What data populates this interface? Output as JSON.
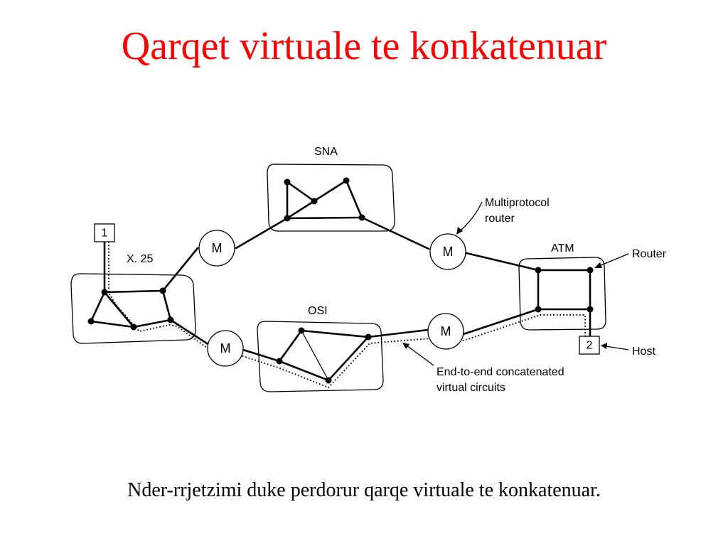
{
  "slide": {
    "title": "Qarqet virtuale te konkatenuar",
    "caption": "Nder-rrjetzimi duke perdorur qarqe virtuale te konkatenuar."
  },
  "diagram": {
    "networks": {
      "x25": "X. 25",
      "sna": "SNA",
      "osi": "OSI",
      "atm": "ATM"
    },
    "router_label": "M",
    "hosts": [
      "1",
      "2"
    ],
    "callouts": {
      "multiprotocol_line1": "Multiprotocol",
      "multiprotocol_line2": "router",
      "router": "Router",
      "host": "Host",
      "concat_line1": "End-to-end concatenated",
      "concat_line2": "virtual circuits"
    }
  }
}
